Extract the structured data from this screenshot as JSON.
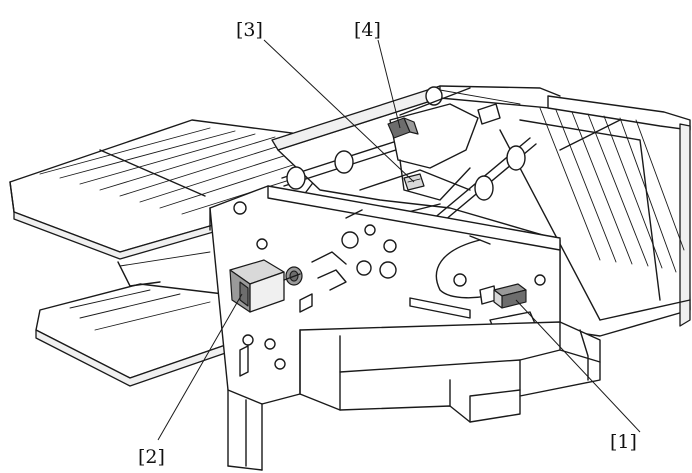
{
  "callouts": [
    {
      "id": "1",
      "text": "[1]"
    },
    {
      "id": "2",
      "text": "[2]"
    },
    {
      "id": "3",
      "text": "[3]"
    },
    {
      "id": "4",
      "text": "[4]"
    }
  ],
  "colors": {
    "ink": "#1a1a1a",
    "highlight_part_light": "#d9d9d9",
    "highlight_part_dark": "#6d6d6d",
    "background": "#ffffff"
  }
}
